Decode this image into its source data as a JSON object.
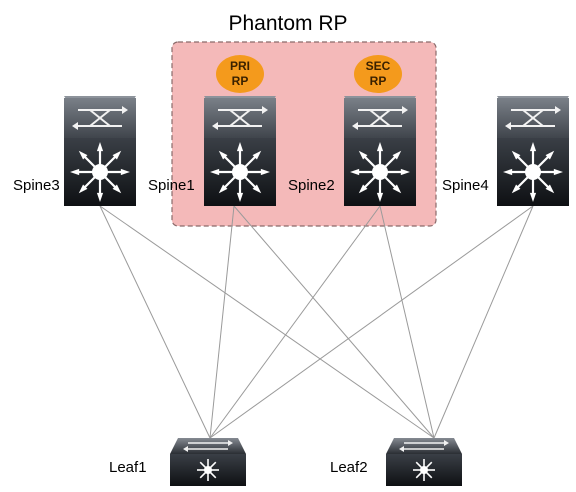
{
  "title": "Phantom RP",
  "colors": {
    "highlight_fill": "#f4b9b9",
    "highlight_border": "#8a6a6a",
    "badge_fill": "#f49a1c",
    "link": "#9a9a9a",
    "device_dark": "#1a1d22",
    "device_top": "#5a5f66"
  },
  "spines": [
    {
      "name": "Spine3",
      "icon": "spine-switch-icon"
    },
    {
      "name": "Spine1",
      "icon": "spine-switch-icon",
      "badge": [
        "PRI",
        "RP"
      ]
    },
    {
      "name": "Spine2",
      "icon": "spine-switch-icon",
      "badge": [
        "SEC",
        "RP"
      ]
    },
    {
      "name": "Spine4",
      "icon": "spine-switch-icon"
    }
  ],
  "leaves": [
    {
      "name": "Leaf1",
      "icon": "leaf-switch-icon"
    },
    {
      "name": "Leaf2",
      "icon": "leaf-switch-icon"
    }
  ]
}
